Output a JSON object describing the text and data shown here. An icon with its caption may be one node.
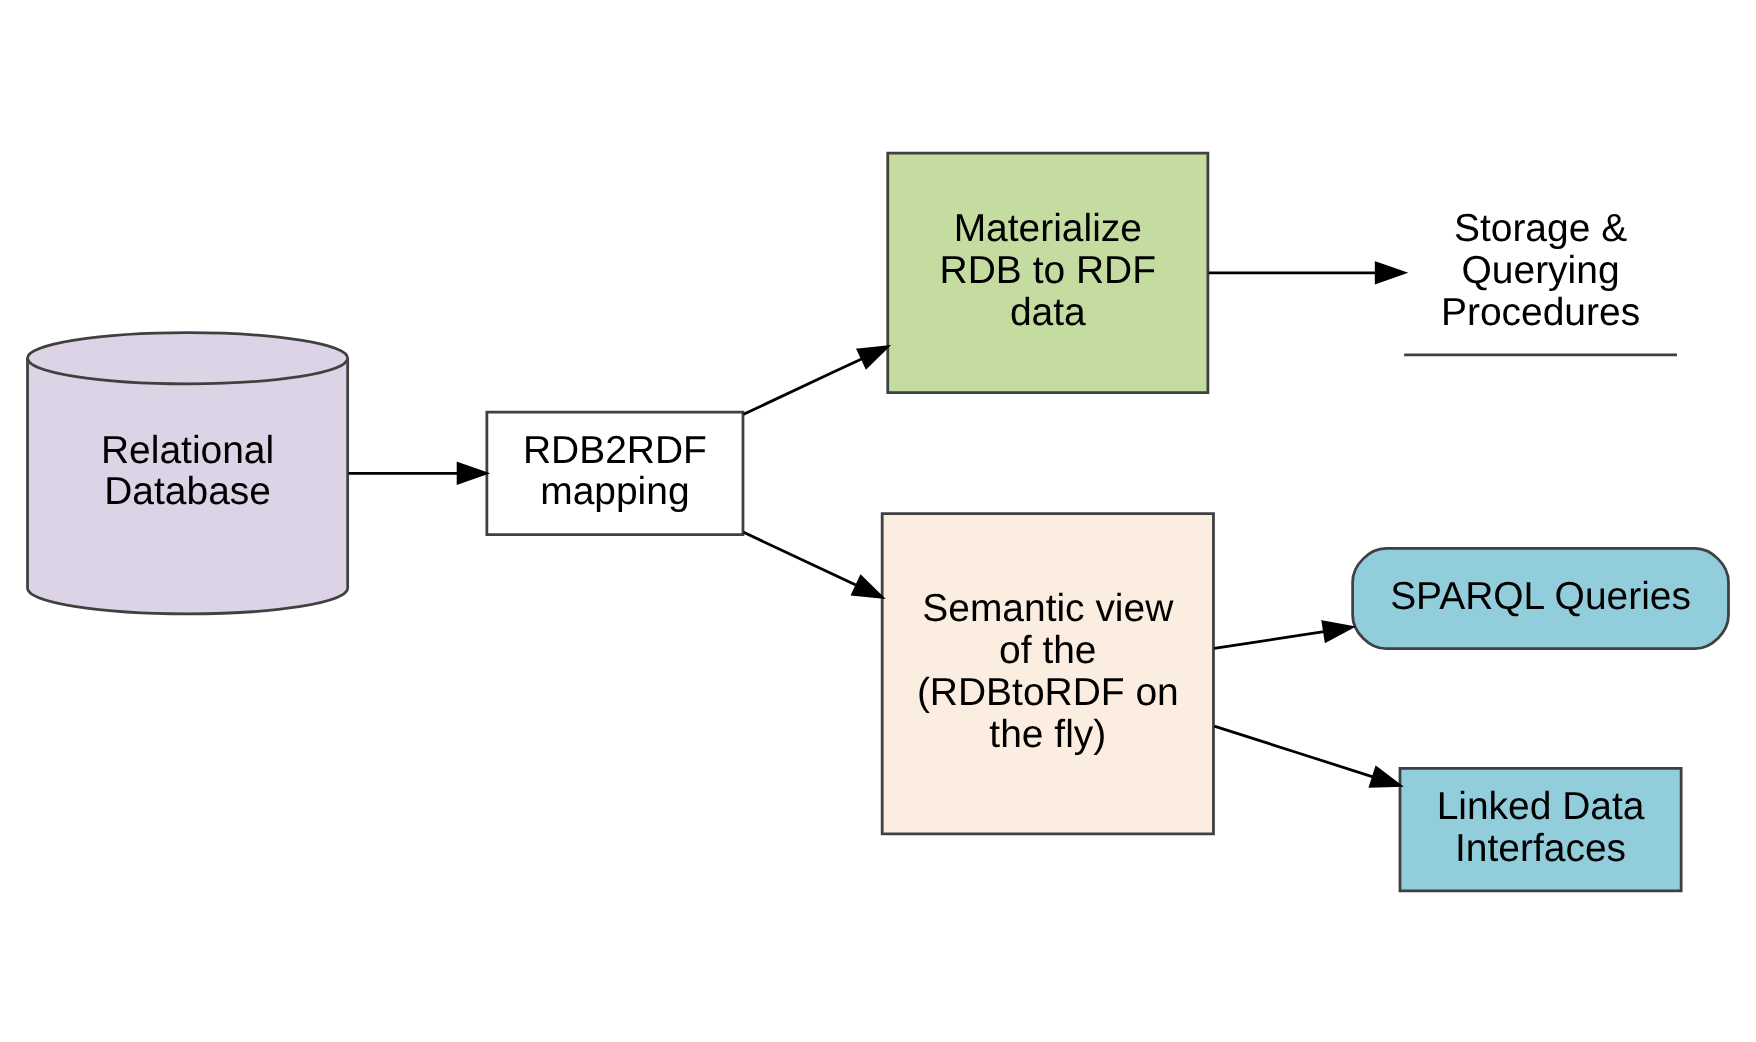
{
  "diagram": {
    "nodes": [
      {
        "text": [
          "Relational Database"
        ]
      },
      {
        "text": [
          "RDB2RDF mapping"
        ]
      },
      {
        "text": [
          "Materialize RDB to RDF data"
        ]
      },
      {
        "text": [
          "Storage & Querying Procedures"
        ]
      },
      {
        "text": [
          "Semantic view of the (RDBtoRDF on the fly)"
        ]
      },
      {
        "text": [
          "SPARQL Queries"
        ]
      },
      {
        "text": [
          "Linked Data Interfaces"
        ]
      }
    ],
    "edges": [
      {
        "from": 0,
        "to": 1,
        "arrow": "to"
      },
      {
        "from": 1,
        "to": 2,
        "arrow": "to"
      },
      {
        "from": 2,
        "to": 3,
        "arrow": "to"
      },
      {
        "from": 1,
        "to": 4,
        "arrow": "to"
      },
      {
        "from": 4,
        "to": 5,
        "arrow": "to"
      },
      {
        "from": 4,
        "to": 6,
        "arrow": "to"
      }
    ]
  }
}
